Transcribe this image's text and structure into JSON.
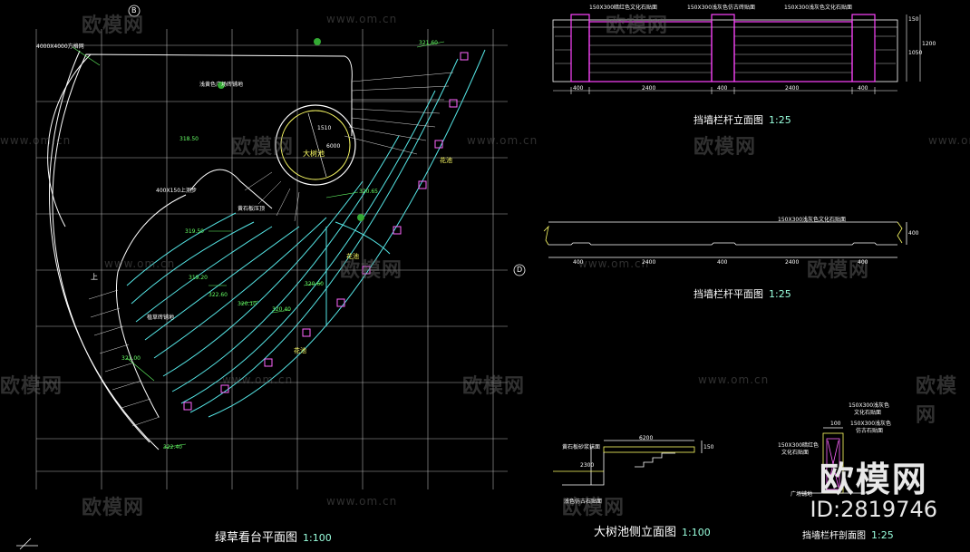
{
  "watermark": {
    "brand": "欧模网",
    "url": "www.om.cn"
  },
  "badge": {
    "brand": "欧模网",
    "id": "ID:2819746"
  },
  "titles": {
    "plan": {
      "text": "绿草看台平面图",
      "scale": "1:100"
    },
    "elev_wall": {
      "text": "挡墙栏杆立面图",
      "scale": "1:25"
    },
    "plan_wall": {
      "text": "挡墙栏杆平面图",
      "scale": "1:25"
    },
    "tree_pool": {
      "text": "大树池侧立面图",
      "scale": "1:100"
    },
    "section_wall": {
      "text": "挡墙栏杆剖面图",
      "scale": "1:25"
    }
  },
  "plan_labels": {
    "paving": "4000X4000方格网",
    "tree_pool": "大树池",
    "flower1": "花池",
    "flower2": "花池",
    "flower3": "花池",
    "up": "上",
    "steps": "400X150上测步",
    "axis_b": "B",
    "axis_d": "D",
    "dim_1510": "1510",
    "dim_6000": "6000",
    "elev1": "321.60",
    "elev2": "320.65",
    "elev3": "319.50",
    "elev4": "318.50",
    "elev5": "319.20",
    "elev6": "320.10",
    "elev7": "320.40",
    "elev8": "320.60",
    "elev9": "321.00",
    "elev10": "322.40",
    "elev11": "322.60",
    "note_grass": "植草砖铺地",
    "note_stone": "黄石板压顶",
    "note_yellow": "浅黄色广场砖铺地"
  },
  "elev_labels": {
    "top1": "150X300暗红色文化石贴面",
    "top2": "150X300浅灰色仿古砖贴面",
    "top3": "150X300浅灰色文化石贴面",
    "d400a": "400",
    "d2400a": "2400",
    "d400b": "400",
    "d2400b": "2400",
    "d400c": "400",
    "h150": "150",
    "h1050": "1050",
    "h1200": "1200"
  },
  "planwall_labels": {
    "top": "150X300浅灰色文化石贴面",
    "d400a": "400",
    "d2400a": "2400",
    "d400b": "400",
    "d2400b": "2400",
    "d400c": "400",
    "h400": "400"
  },
  "pool_labels": {
    "top": "黄石板砂浆抹面",
    "d6200": "6200",
    "h2300": "2300",
    "h150": "150",
    "bottom": "浅色仿古石贴面"
  },
  "section_labels": {
    "l1": "150X300浅灰色",
    "l2": "文化石贴面",
    "l3": "150X300浅灰色",
    "l4": "仿古石贴面",
    "l5": "150X300暗红色",
    "l6": "文化石贴面",
    "w100": "100",
    "ground": "广场铺地"
  }
}
